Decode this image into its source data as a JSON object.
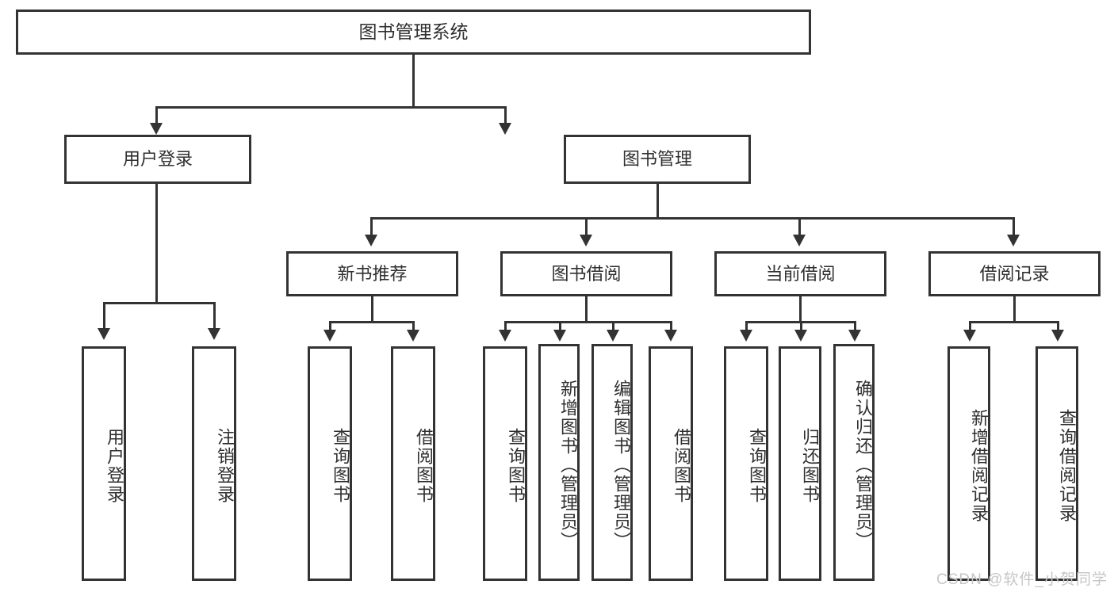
{
  "diagram": {
    "title": "图书管理系统",
    "type": "tree",
    "root": {
      "label": "图书管理系统"
    },
    "level2": [
      {
        "label": "用户登录"
      },
      {
        "label": "图书管理"
      }
    ],
    "level3": [
      {
        "label": "新书推荐"
      },
      {
        "label": "图书借阅"
      },
      {
        "label": "当前借阅"
      },
      {
        "label": "借阅记录"
      }
    ],
    "leaves": [
      {
        "label": "用户登录",
        "parent": "用户登录"
      },
      {
        "label": "注销登录",
        "parent": "用户登录"
      },
      {
        "label": "查询图书",
        "parent": "新书推荐"
      },
      {
        "label": "借阅图书",
        "parent": "新书推荐"
      },
      {
        "label": "查询图书",
        "parent": "图书借阅"
      },
      {
        "label": "新增图书（管理员）",
        "parent": "图书借阅"
      },
      {
        "label": "编辑图书（管理员）",
        "parent": "图书借阅"
      },
      {
        "label": "借阅图书",
        "parent": "图书借阅"
      },
      {
        "label": "查询图书",
        "parent": "当前借阅"
      },
      {
        "label": "归还图书",
        "parent": "当前借阅"
      },
      {
        "label": "确认归还（管理员）",
        "parent": "当前借阅"
      },
      {
        "label": "新增借阅记录",
        "parent": "借阅记录"
      },
      {
        "label": "查询借阅记录",
        "parent": "借阅记录"
      }
    ]
  },
  "watermark": {
    "text": "CSDN @软件_小贺同学"
  },
  "colors": {
    "border": "#333333",
    "text": "#2f2f2f",
    "background": "#ffffff",
    "watermark": "#c6c6c6"
  }
}
